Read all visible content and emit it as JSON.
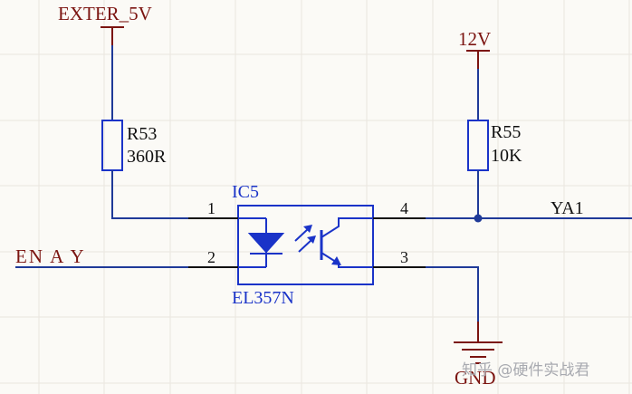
{
  "power": {
    "exter_5v": "EXTER_5V",
    "v12": "12V",
    "gnd": "GND"
  },
  "resistors": {
    "r53": {
      "designator": "R53",
      "value": "360R"
    },
    "r55": {
      "designator": "R55",
      "value": "10K"
    }
  },
  "ic": {
    "designator": "IC5",
    "part": "EL357N",
    "pins": [
      "1",
      "2",
      "3",
      "4"
    ]
  },
  "nets": {
    "input": "EN A Y",
    "output": "YA1"
  },
  "watermark": "知乎 @硬件实战君",
  "colors": {
    "wire": "#1f3a98",
    "component": "#1a33c8",
    "power": "#7b1410",
    "background": "#fbfaf6"
  }
}
